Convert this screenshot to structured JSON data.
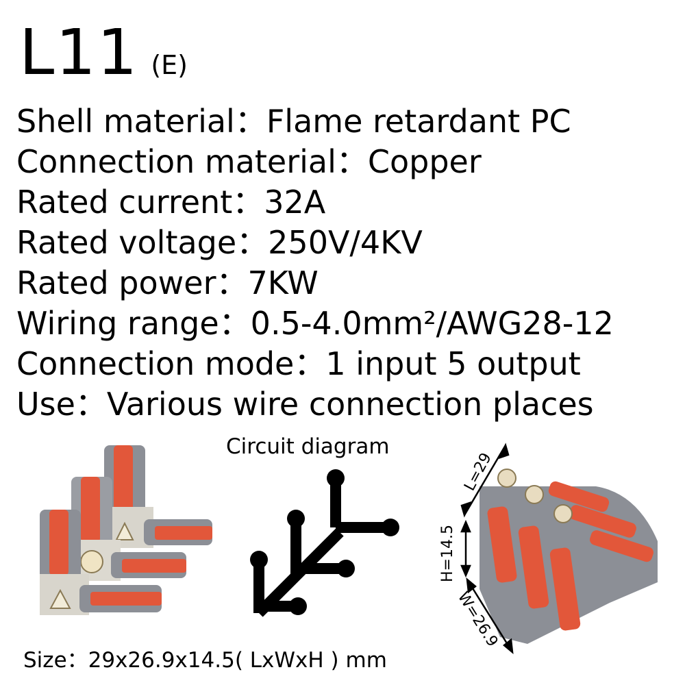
{
  "model": {
    "code": "L11",
    "suffix": "(E)"
  },
  "specs": [
    "Shell material：Flame retardant PC",
    "Connection material：Copper",
    "Rated current：32A",
    "Rated voltage：250V/4KV",
    "Rated power：7KW",
    "Wiring range：0.5-4.0mm²/AWG28-12",
    "Connection mode：1 input 5 output",
    "Use：Various wire connection places"
  ],
  "circuit": {
    "title": "Circuit diagram"
  },
  "size_text": "Size：29x26.9x14.5( LxWxH ) mm",
  "dimensions": {
    "length": "L=29",
    "height": "H=14.5",
    "width": "W=26.9"
  },
  "colors": {
    "body_gray": "#8c8f96",
    "lever_orange": "#e2573a",
    "text": "#000000"
  }
}
